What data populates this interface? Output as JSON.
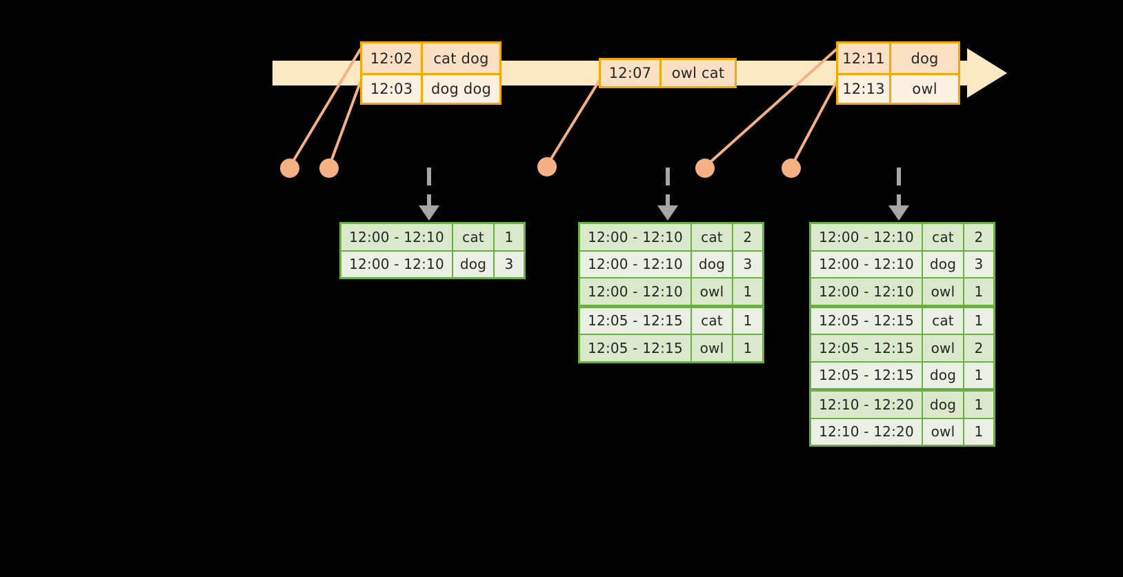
{
  "stream": {
    "label": "event-stream-timeline",
    "arrow_color": "#FBE9C4",
    "box_border_color": "#F5A800",
    "groups": [
      {
        "name": "events-group-1",
        "rows": [
          {
            "time": "12:02",
            "value": "cat dog"
          },
          {
            "time": "12:03",
            "value": "dog dog"
          }
        ]
      },
      {
        "name": "events-group-2",
        "rows": [
          {
            "time": "12:07",
            "value": "owl cat"
          }
        ]
      },
      {
        "name": "events-group-3",
        "rows": [
          {
            "time": "12:11",
            "value": "dog"
          },
          {
            "time": "12:13",
            "value": "owl"
          }
        ]
      }
    ]
  },
  "markers": {
    "color": "#F5B183",
    "count": 5
  },
  "results": {
    "border_color": "#6AAF3F",
    "tables": [
      {
        "name": "result-table-1",
        "rows": [
          {
            "window": "12:00 - 12:10",
            "key": "cat",
            "count": "1",
            "group": 0
          },
          {
            "window": "12:00 - 12:10",
            "key": "dog",
            "count": "3",
            "group": 0
          }
        ]
      },
      {
        "name": "result-table-2",
        "rows": [
          {
            "window": "12:00 - 12:10",
            "key": "cat",
            "count": "2",
            "group": 0
          },
          {
            "window": "12:00 - 12:10",
            "key": "dog",
            "count": "3",
            "group": 0
          },
          {
            "window": "12:00 - 12:10",
            "key": "owl",
            "count": "1",
            "group": 0
          },
          {
            "window": "12:05 - 12:15",
            "key": "cat",
            "count": "1",
            "group": 1
          },
          {
            "window": "12:05 - 12:15",
            "key": "owl",
            "count": "1",
            "group": 1
          }
        ]
      },
      {
        "name": "result-table-3",
        "rows": [
          {
            "window": "12:00 - 12:10",
            "key": "cat",
            "count": "2",
            "group": 0
          },
          {
            "window": "12:00 - 12:10",
            "key": "dog",
            "count": "3",
            "group": 0
          },
          {
            "window": "12:00 - 12:10",
            "key": "owl",
            "count": "1",
            "group": 0
          },
          {
            "window": "12:05 - 12:15",
            "key": "cat",
            "count": "1",
            "group": 1
          },
          {
            "window": "12:05 - 12:15",
            "key": "owl",
            "count": "2",
            "group": 1
          },
          {
            "window": "12:05 - 12:15",
            "key": "dog",
            "count": "1",
            "group": 1
          },
          {
            "window": "12:10 - 12:20",
            "key": "dog",
            "count": "1",
            "group": 2
          },
          {
            "window": "12:10 - 12:20",
            "key": "owl",
            "count": "1",
            "group": 2
          }
        ]
      }
    ]
  },
  "flow_arrows": {
    "color": "#A6A6A6",
    "style": "dashed",
    "count": 3
  }
}
